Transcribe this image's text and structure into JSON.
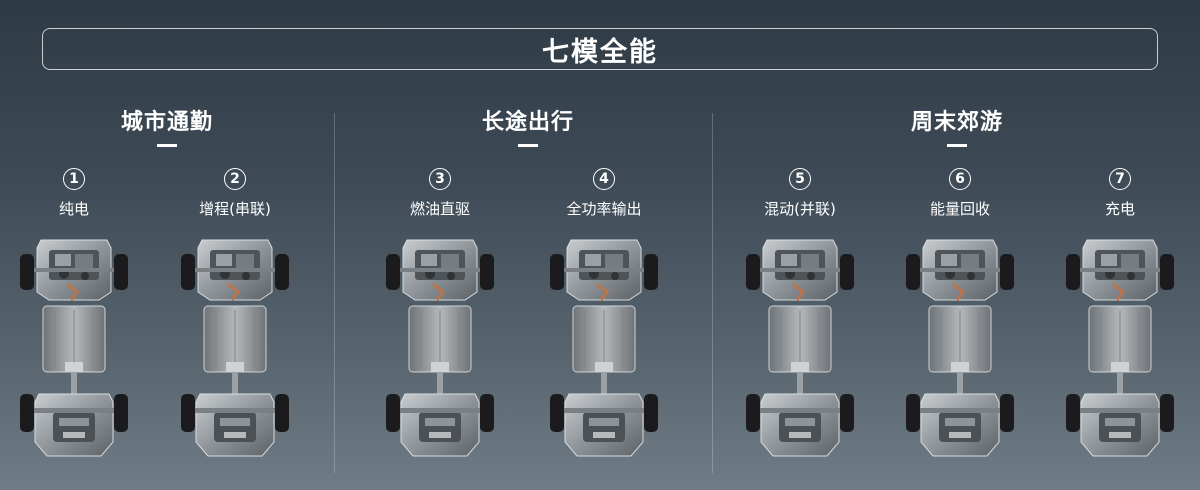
{
  "title": "七模全能",
  "groups": [
    {
      "label": "城市通勤"
    },
    {
      "label": "长途出行"
    },
    {
      "label": "周末郊游"
    }
  ],
  "modes": [
    {
      "number": "1",
      "label": "纯电"
    },
    {
      "number": "2",
      "label": "增程(串联)"
    },
    {
      "number": "3",
      "label": "燃油直驱"
    },
    {
      "number": "4",
      "label": "全功率输出"
    },
    {
      "number": "5",
      "label": "混动(并联)"
    },
    {
      "number": "6",
      "label": "能量回收"
    },
    {
      "number": "7",
      "label": "充电"
    }
  ],
  "colors": {
    "background_top": "#2e3a44",
    "background_bottom": "#6f7c86",
    "text": "#ffffff",
    "chassis_metal": "#a9aeb2",
    "tire": "#1b1b1d",
    "driveshaft": "#b8764a"
  }
}
